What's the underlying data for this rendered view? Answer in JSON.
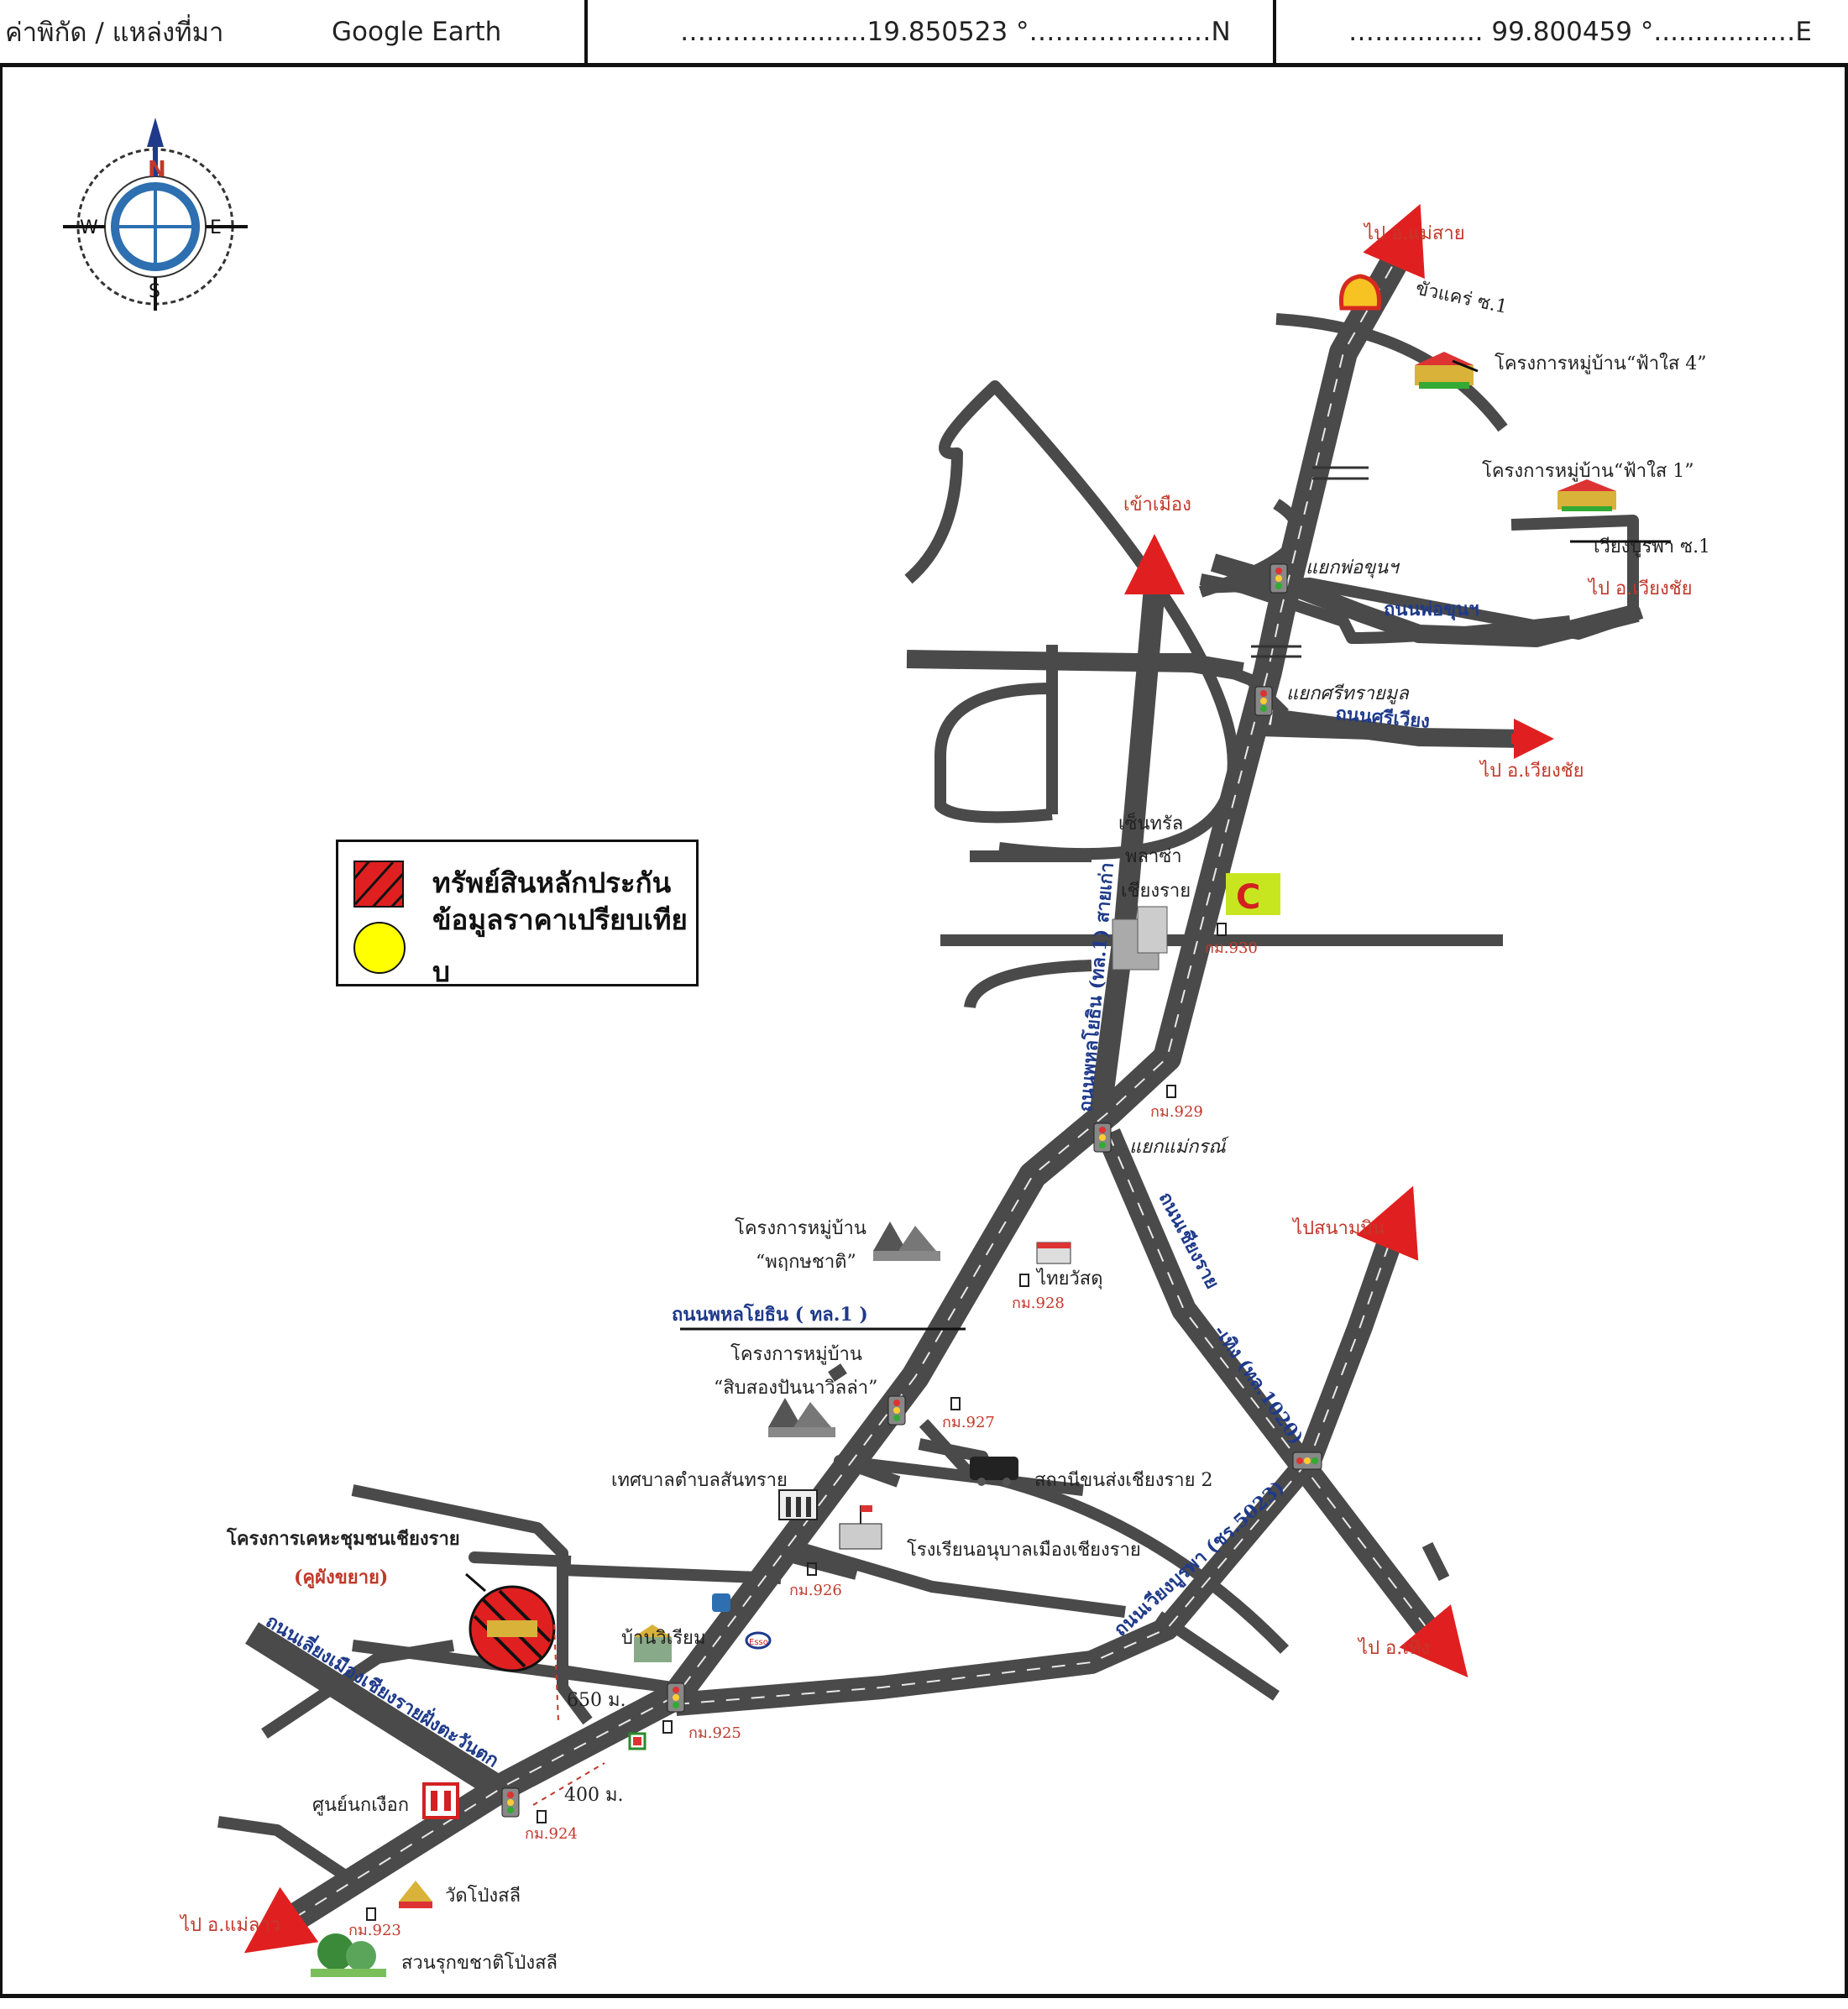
{
  "header": {
    "source_label": "ค่าพิกัด / แหล่งที่มา",
    "source_value": "Google Earth",
    "latitude": "…………..........19.850523 °…………………N",
    "longitude": "…….......... 99.800459 °..............…E"
  },
  "compass": {
    "n": "N",
    "s": "S",
    "e": "E",
    "w": "W"
  },
  "legend": {
    "collateral": "ทรัพย์สินหลักประกัน",
    "comparison_line1": "ข้อมูลราคาเปรียบเทีย",
    "comparison_line2": "บ",
    "colors": {
      "collateral": "#e02020",
      "comparison": "#ffff00"
    }
  },
  "labels": {
    "to_mae_sai": "ไป อ.แม่สาย",
    "khua_kae": "ขัวแคร่ ซ.1",
    "fa_sai_4": "โครงการหมู่บ้าน“ฟ้าใส 4”",
    "fa_sai_1": "โครงการหมู่บ้าน“ฟ้าใส 1”",
    "wiang_burapha": "เวียงบูรพา ซ.1",
    "to_wiang_chai_1": "ไป อ.เวียงชัย",
    "khao_mueang": "เข้าเมือง",
    "yaek_pho_khun": "แยกพ่อขุนฯ",
    "road_pho_khun": "ถนนพ่อขุนฯ",
    "yaek_sri_sai_mun": "แยกศรีทรายมูล",
    "road_sri_wiang": "ถนนศรีเวียง",
    "to_wiang_chai_2": "ไป อ.เวียงชัย",
    "central_1": "เซ็นทรัล",
    "central_2": "พลาซ่า",
    "central_3": "เชียงราย",
    "km930": "กม.930",
    "road_phahon_old": "ถนนพหลโยธิน (ทล.1) สายเก่า",
    "km929": "กม.929",
    "yaek_mae_korn": "แยกแม่กรณ์",
    "road_chiangrai_thoeng_1": "ถนนเชียงราย",
    "road_chiangrai_thoeng_2": "-เทิง (ทล.1020)",
    "to_airport": "ไปสนามบิน",
    "phruksa_1": "โครงการหมู่บ้าน",
    "phruksa_2": "“พฤกษชาติ”",
    "thai_watsadu": "ไทยวัสดุ",
    "km928": "กม.928",
    "road_phahon_main": "ถนนพหลโยธิน ( ทล.1 )",
    "sipsong_1": "โครงการหมู่บ้าน",
    "sipsong_2": "“สิบสองปันนาวิลล่า”",
    "km927": "กม.927",
    "bus_station": "สถานีขนส่งเชียงราย 2",
    "sansai_municipality": "เทศบาลตำบลสันทราย",
    "kindergarten": "โรงเรียนอนุบาลเมืองเชียงราย",
    "km926": "กม.926",
    "road_wiang_burapha": "ถนนเวียงบูรพา (ชร.5023)",
    "to_thoeng": "ไป อ.เทิง",
    "project_community_1": "โครงการเคหะชุมชนเชียงราย",
    "project_community_2": "(คูผังขยาย)",
    "ban_wiriyam": "บ้านวิเรียม",
    "esso": "Esso",
    "road_bypass": "ถนนเลี่ยงเมืองเชียงรายฝั่งตะวันตก",
    "dist_650": "650 ม.",
    "km925": "กม.925",
    "dist_400": "400 ม.",
    "bird_center": "ศูนย์นกเงือก",
    "km924": "กม.924",
    "wat_pong_sali": "วัดโป่งสลี",
    "to_mae_lao": "ไป อ.แม่ลาว",
    "km923": "กม.923",
    "pong_sali_park": "สวนรุกขชาติโป่งสลี"
  }
}
